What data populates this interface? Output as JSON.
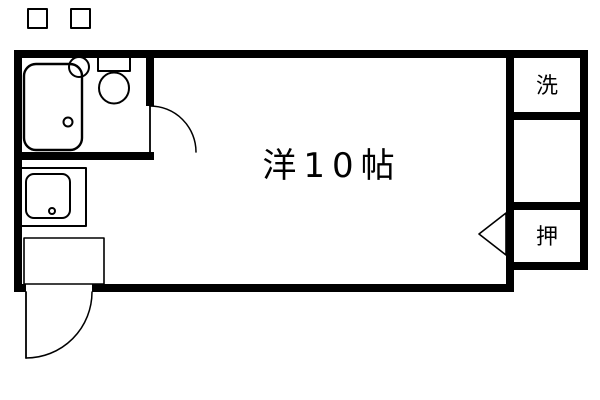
{
  "plan": {
    "main_room_label": "洋10帖",
    "laundry_label": "洗",
    "closet_label": "押"
  },
  "colors": {
    "wall": "#000000",
    "line": "#000000",
    "background": "#ffffff"
  },
  "fixtures": [
    "bathtub",
    "wash-basin",
    "toilet",
    "kitchen-sink",
    "entrance-door",
    "bathroom-door",
    "closet-door",
    "meter-box-left",
    "meter-box-right"
  ]
}
